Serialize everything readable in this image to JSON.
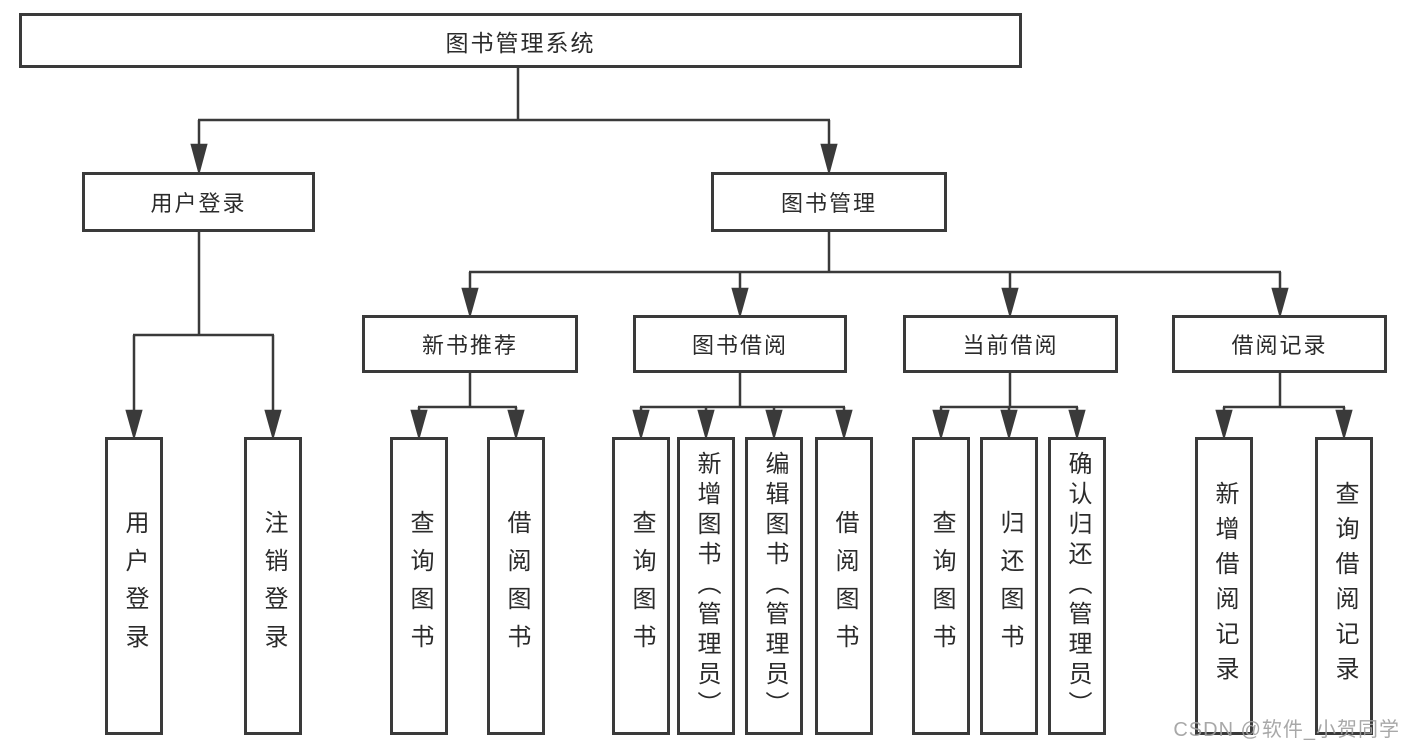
{
  "diagram_type": "tree",
  "tree": {
    "root": {
      "label": "图书管理系统",
      "children": [
        {
          "label": "用户登录",
          "children": [
            {
              "label": "用户登录"
            },
            {
              "label": "注销登录"
            }
          ]
        },
        {
          "label": "图书管理",
          "children": [
            {
              "label": "新书推荐",
              "children": [
                {
                  "label": "查询图书"
                },
                {
                  "label": "借阅图书"
                }
              ]
            },
            {
              "label": "图书借阅",
              "children": [
                {
                  "label": "查询图书"
                },
                {
                  "label": "新增图书（管理员）"
                },
                {
                  "label": "编辑图书（管理员）"
                },
                {
                  "label": "借阅图书"
                }
              ]
            },
            {
              "label": "当前借阅",
              "children": [
                {
                  "label": "查询图书"
                },
                {
                  "label": "归还图书"
                },
                {
                  "label": "确认归还（管理员）"
                }
              ]
            },
            {
              "label": "借阅记录",
              "children": [
                {
                  "label": "新增借阅记录"
                },
                {
                  "label": "查询借阅记录"
                }
              ]
            }
          ]
        }
      ]
    }
  },
  "colors": {
    "line": "#3a3a3a",
    "text": "#2b2b2b",
    "background": "#ffffff",
    "watermark": "#9e9e9e"
  },
  "watermark": "CSDN @软件_小贺同学"
}
